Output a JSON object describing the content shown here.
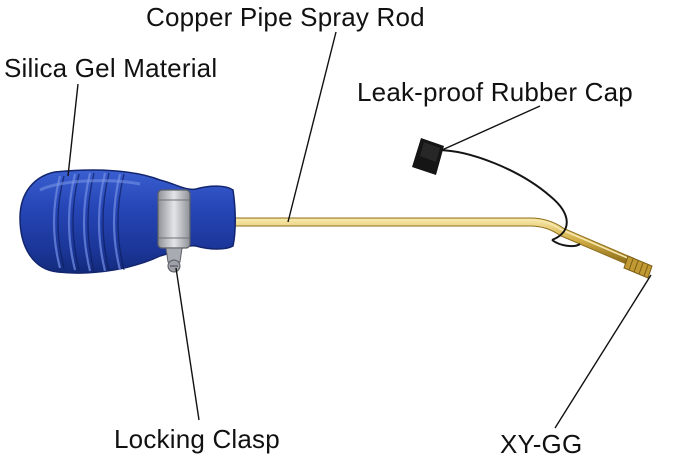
{
  "labels": {
    "spray_rod": "Copper Pipe Spray Rod",
    "handle_material": "Silica Gel Material",
    "cap": "Leak-proof Rubber Cap",
    "clasp": "Locking Clasp",
    "model": "XY-GG"
  },
  "colors": {
    "handle_blue": "#1f3ea8",
    "handle_blue_dark": "#132a7a",
    "handle_blue_light": "#3a5fd0",
    "brass": "#c9a43a",
    "brass_light": "#efd88a",
    "brass_dark": "#8f6f1c",
    "steel": "#b9bcc2",
    "rubber_black": "#151515",
    "leader_line": "#111111"
  }
}
